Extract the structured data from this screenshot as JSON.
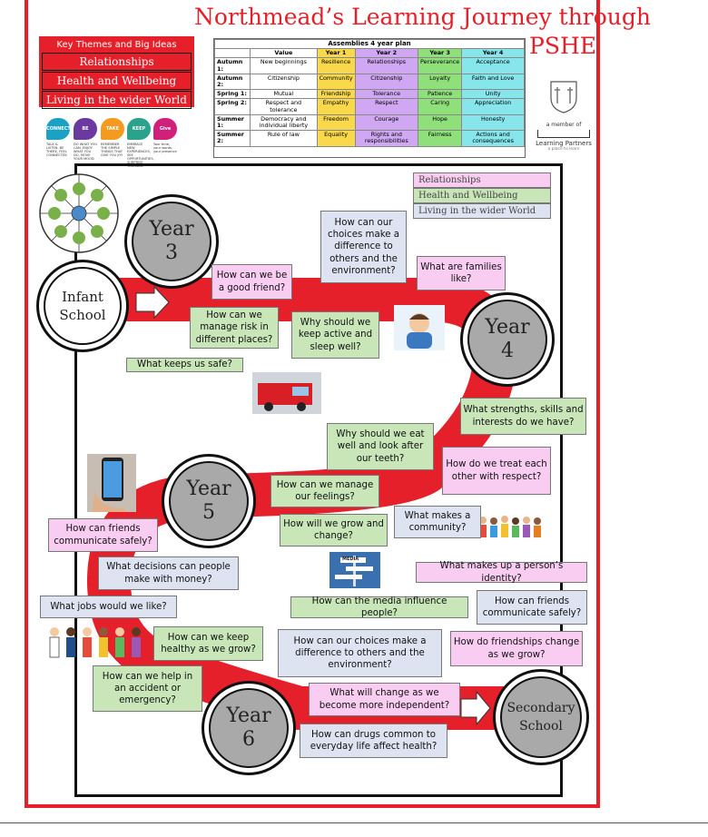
{
  "title": {
    "line1": "Northmead’s Learning Journey through",
    "line2": "PSHE"
  },
  "themes": {
    "header": "Key Themes and Big Ideas",
    "items": [
      "Relationships",
      "Health and Wellbeing",
      "Living in the wider World"
    ]
  },
  "five_ways": [
    {
      "label": "CONNECT",
      "color": "#1aa1c4",
      "tag": "TALK & LISTEN, BE THERE, FEEL CONNECTED"
    },
    {
      "label": "BE ACTIVE",
      "color": "#6a3aa0",
      "tag": "DO WHAT YOU CAN, ENJOY WHAT YOU DO, MOVE YOUR MOOD"
    },
    {
      "label": "TAKE NOTICE",
      "color": "#f39a1f",
      "tag": "REMEMBER THE SIMPLE THINGS THAT GIVE YOU JOY"
    },
    {
      "label": "KEEP LEARNING",
      "color": "#2aa28c",
      "tag": "EMBRACE NEW EXPERIENCES, SEE OPPORTUNITIES, SURPRISE YOURSELF"
    },
    {
      "label": "Give",
      "color": "#d0207a",
      "tag": "Your time, your words, your presence"
    }
  ],
  "assemblies": {
    "caption": "Assemblies 4 year plan",
    "headers": [
      "",
      "Value",
      "Year 1",
      "Year 2",
      "Year 3",
      "Year 4"
    ],
    "rows": [
      {
        "term": "Autumn 1:",
        "value": "New beginnings",
        "y1": "Resilience",
        "y2": "Relationships",
        "y3": "Perseverance",
        "y4": "Acceptance"
      },
      {
        "term": "Autumn 2:",
        "value": "Citizenship",
        "y1": "Community",
        "y2": "Citizenship",
        "y3": "Loyalty",
        "y4": "Faith and Love"
      },
      {
        "term": "Spring 1:",
        "value": "Mutual",
        "y1": "Friendship",
        "y2": "Tolerance",
        "y3": "Patience",
        "y4": "Unity"
      },
      {
        "term": "Spring 2:",
        "value": "Respect and tolerance",
        "y1": "Empathy",
        "y2": "Respect",
        "y3": "Caring",
        "y4": "Appreciation"
      },
      {
        "term": "Summer 1:",
        "value": "Democracy and individual liberty",
        "y1": "Freedom",
        "y2": "Courage",
        "y3": "Hope",
        "y4": "Honesty"
      },
      {
        "term": "Summer 2:",
        "value": "Rule of law",
        "y1": "Equality",
        "y2": "Rights and responsibilities",
        "y3": "Fairness",
        "y4": "Actions and consequences"
      }
    ]
  },
  "partner": {
    "member": "a member of",
    "name": "Learning Partners",
    "tagline": "a place to learn"
  },
  "legend": [
    "Relationships",
    "Health and Wellbeing",
    "Living in the wider World"
  ],
  "milestones": {
    "infant": [
      "Infant",
      "School"
    ],
    "y3": [
      "Year",
      "3"
    ],
    "y4": [
      "Year",
      "4"
    ],
    "y5": [
      "Year",
      "5"
    ],
    "y6": [
      "Year",
      "6"
    ],
    "secondary": [
      "Secondary",
      "School"
    ]
  },
  "questions": {
    "q1": "How can our choices make a difference to others and the environment?",
    "q2": "What are families like?",
    "q3": "How can we be a good friend?",
    "q4": "How can we manage risk in different places?",
    "q5": "Why should we keep active and sleep well?",
    "q6": "What keeps us safe?",
    "q7": "What strengths, skills and interests do we have?",
    "q8": "Why should we eat well and look after our teeth?",
    "q9": "How do we treat each other with respect?",
    "q10": "How can we manage our feelings?",
    "q11": "What makes a community?",
    "q12": "How will we grow and change?",
    "q13": "How can friends communicate safely?",
    "q14": "What decisions can people make with money?",
    "q15": "What makes up a person’s identity?",
    "q16": "What jobs would we like?",
    "q17": "How can the media influence people?",
    "q18": "How can friends communicate safely?",
    "q19": "How can we keep healthy as we grow?",
    "q20": "How can our choices make a difference to others and the environment?",
    "q21": "How do friendships change as we grow?",
    "q22": "How can we help in an accident or emergency?",
    "q23": "What will change as we become more independent?",
    "q24": "How can drugs common to everyday life affect health?"
  },
  "media_sign": "MEDIA",
  "colors": {
    "red": "#e5202a",
    "pink": "#f9cdf2",
    "green": "#c8e6b8",
    "blue": "#dde3f0"
  }
}
